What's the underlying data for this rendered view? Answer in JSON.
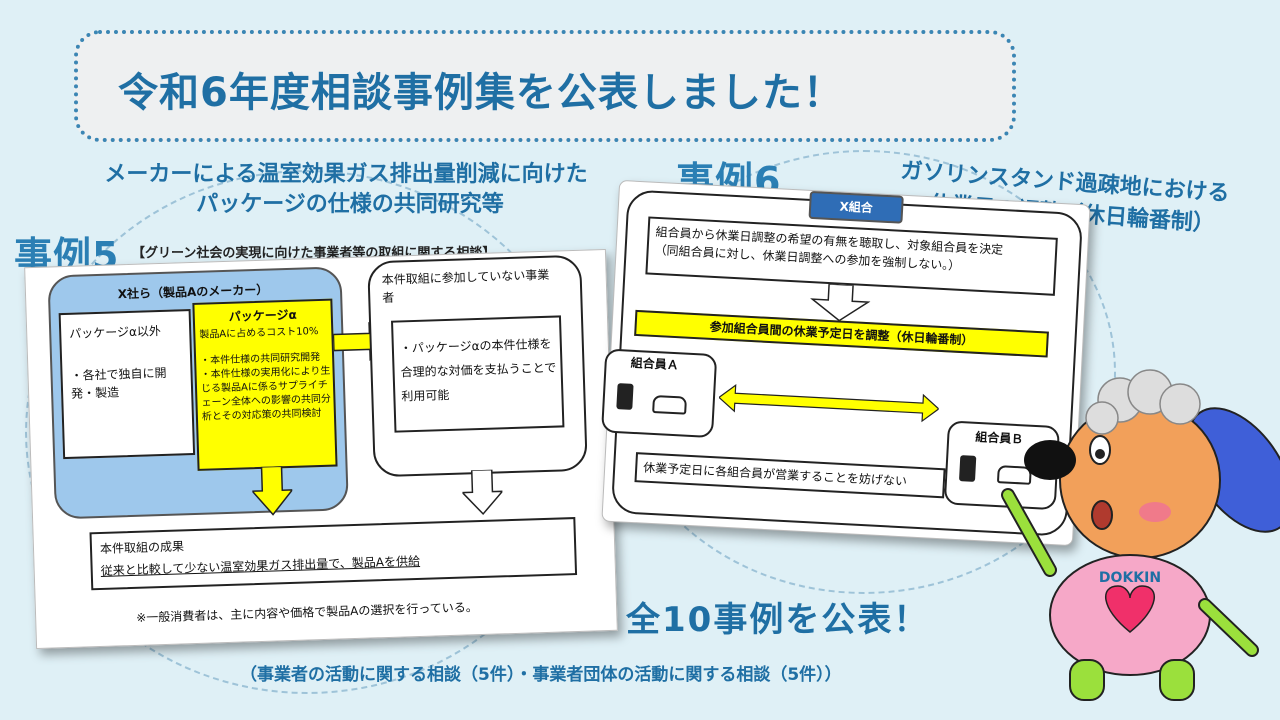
{
  "banner": {
    "title": "令和6年度相談事例集を公表しました！"
  },
  "case5": {
    "number": "事例5",
    "title_line1": "メーカーによる温室効果ガス排出量削減に向けた",
    "title_line2": "パッケージの仕様の共同研究等",
    "subtitle": "【グリーン社会の実現に向けた事業者等の取組に関する相談】",
    "x_company_header": "X社ら（製品Aのメーカー）",
    "package_other_label": "パッケージα以外",
    "package_other_detail": "・各社で独自に開発・製造",
    "package_alpha_title": "パッケージα",
    "package_alpha_cost": "製品Aに占めるコスト10%",
    "package_alpha_items": "・本件仕様の共同研究開発\n・本件仕様の実用化により生じる製品Aに係るサプライチェーン全体への影響の共同分析とその対応策の共同検討",
    "non_participant_title": "本件取組に参加していない事業者",
    "non_participant_detail": "・パッケージαの本件仕様を合理的な対価を支払うことで利用可能",
    "result_title": "本件取組の成果",
    "result_detail": "従来と比較して少ない温室効果ガス排出量で、製品Aを供給",
    "note": "※一般消費者は、主に内容や価格で製品Aの選択を行っている。"
  },
  "case6": {
    "number": "事例6",
    "title_line1": "ガソリンスタンド過疎地における",
    "title_line2": "休業日の調整（休日輪番制）",
    "x_union": "X組合",
    "hearing_text": "組合員から休業日調整の希望の有無を聴取し、対象組合員を決定\n（同組合員に対し、休業日調整への参加を強制しない。）",
    "adjust_text": "参加組合員間の休業予定日を調整（休日輪番制）",
    "member_a": "組合員Ａ",
    "member_b": "組合員Ｂ",
    "no_obstruct_text": "休業予定日に各組合員が営業することを妨げない"
  },
  "footer": {
    "headline": "全10事例を公表！",
    "detail": "（事業者の活動に関する相談（5件）・事業者団体の活動に関する相談（5件））"
  },
  "mascot": {
    "badge": "DOKKIN"
  },
  "colors": {
    "accent_blue": "#1f6fa4",
    "highlight_yellow": "#ffff00",
    "bg": "#dff0f6"
  }
}
